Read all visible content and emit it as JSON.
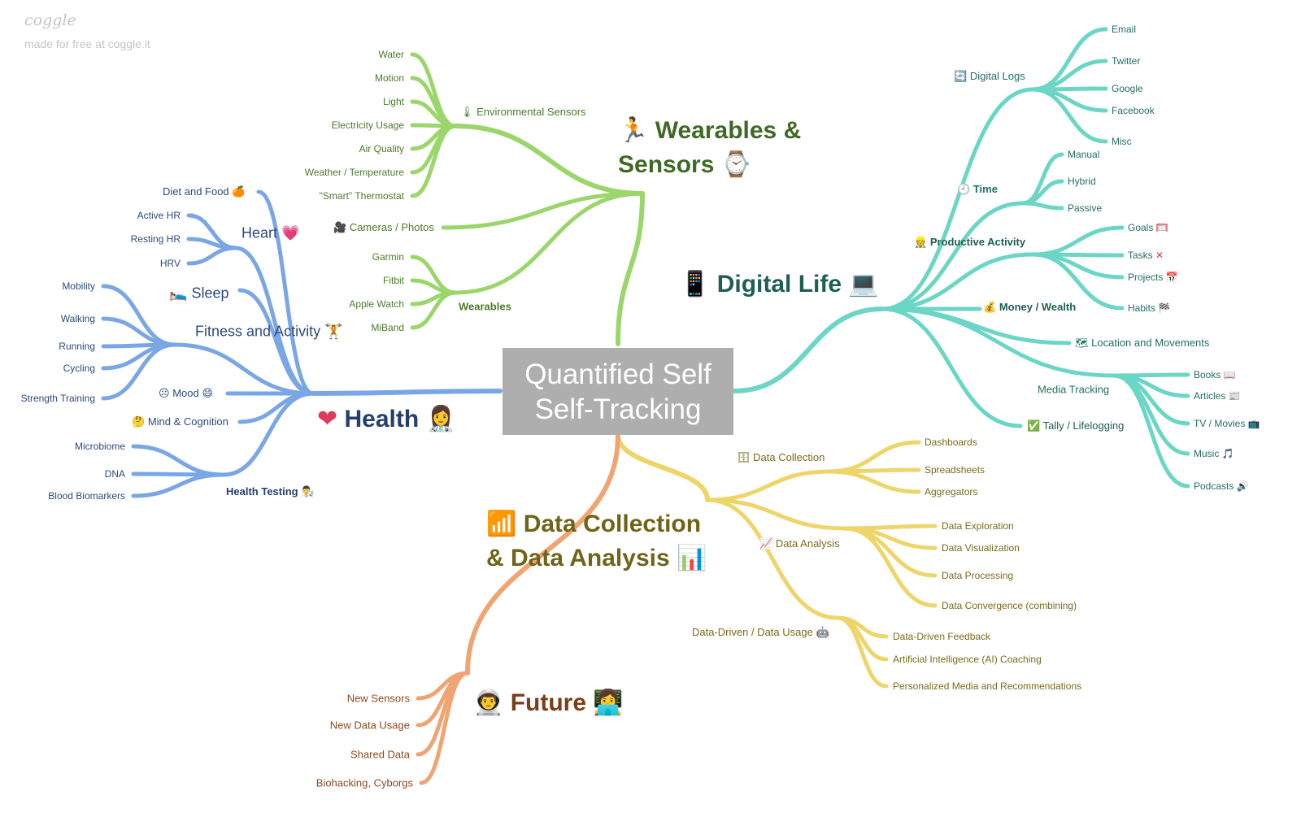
{
  "logo": {
    "brand": "coggle",
    "tagline": "made for free at coggle.it"
  },
  "central": {
    "line1": "Quantified Self",
    "line2": "Self-Tracking"
  },
  "wearables": {
    "title1": "Wearables &",
    "title2": "Sensors",
    "environmental": {
      "label": "Environmental Sensors",
      "items": [
        "Water",
        "Motion",
        "Light",
        "Electricity Usage",
        "Air Quality",
        "Weather / Temperature",
        "\"Smart\" Thermostat"
      ]
    },
    "cameras": "Cameras / Photos",
    "devices": {
      "label": "Wearables",
      "items": [
        "Garmin",
        "Fitbit",
        "Apple Watch",
        "MiBand"
      ]
    }
  },
  "digital": {
    "title": "Digital Life",
    "logs": {
      "label": "Digital Logs",
      "items": [
        "Email",
        "Twitter",
        "Google",
        "Facebook",
        "Misc"
      ]
    },
    "time": {
      "label": "Time",
      "items": [
        "Manual",
        "Hybrid",
        "Passive"
      ]
    },
    "productive": {
      "label": "Productive Activity",
      "items": [
        "Goals",
        "Tasks",
        "Projects",
        "Habits"
      ]
    },
    "money": "Money / Wealth",
    "location": "Location and Movements",
    "media": {
      "label": "Media Tracking",
      "items": [
        "Books",
        "Articles",
        "TV / Movies",
        "Music",
        "Podcasts"
      ]
    },
    "tally": "Tally / Lifelogging"
  },
  "health": {
    "title": "Health",
    "diet": "Diet and Food",
    "heart": {
      "label": "Heart",
      "items": [
        "Active HR",
        "Resting HR",
        "HRV"
      ]
    },
    "sleep": "Sleep",
    "fitness": {
      "label": "Fitness and Activity",
      "items": [
        "Mobility",
        "Walking",
        "Running",
        "Cycling",
        "Strength Training"
      ]
    },
    "mood": "Mood",
    "mind": "Mind & Cognition",
    "testing": {
      "label": "Health Testing",
      "items": [
        "Microbiome",
        "DNA",
        "Blood Biomarkers"
      ]
    }
  },
  "data": {
    "title1": "Data Collection",
    "title2": "& Data Analysis",
    "collection": {
      "label": "Data Collection",
      "items": [
        "Dashboards",
        "Spreadsheets",
        "Aggregators"
      ]
    },
    "analysis": {
      "label": "Data Analysis",
      "items": [
        "Data Exploration",
        "Data Visualization",
        "Data Processing",
        "Data Convergence (combining)"
      ]
    },
    "driven": {
      "label": "Data-Driven / Data Usage",
      "items": [
        "Data-Driven Feedback",
        "Artificial Intelligence (AI) Coaching",
        "Personalized Media and Recommendations"
      ]
    }
  },
  "future": {
    "title": "Future",
    "items": [
      "New Sensors",
      "New Data Usage",
      "Shared Data",
      "Biohacking, Cyborgs"
    ]
  },
  "colors": {
    "green": "#9ad66a",
    "teal": "#6bd6c6",
    "blue": "#7aa6e6",
    "yellow": "#eed56a",
    "orange": "#f0a472",
    "central": "#aeaeae"
  }
}
